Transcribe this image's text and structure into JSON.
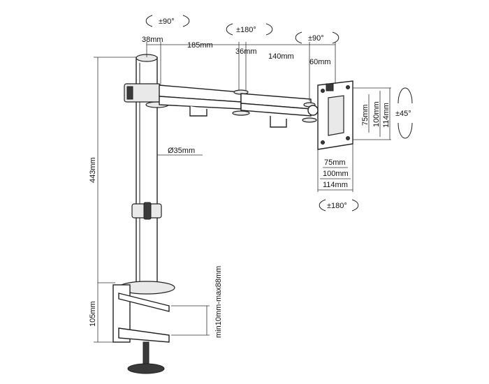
{
  "labels": {
    "rot_top_left": "±90°",
    "rot_top_mid": "±180°",
    "rot_top_right": "±90°",
    "rot_side": "±45°",
    "rot_bottom": "±180°",
    "arm_38": "38mm",
    "arm_185": "185mm",
    "arm_36": "36mm",
    "arm_140": "140mm",
    "arm_60": "60mm",
    "vesa_v_75": "75mm",
    "vesa_v_100": "100mm",
    "vesa_v_114": "114mm",
    "vesa_h_75": "75mm",
    "vesa_h_100": "100mm",
    "vesa_h_114": "114mm",
    "pole_diameter": "Ø35mm",
    "height_443": "443mm",
    "clamp_105": "105mm",
    "desk_thickness": "min10mm-max88mm"
  },
  "colors": {
    "line": "#222222",
    "dimension": "#333333",
    "fill_light": "#e9e9e9",
    "fill_dark": "#3a3a3a"
  }
}
